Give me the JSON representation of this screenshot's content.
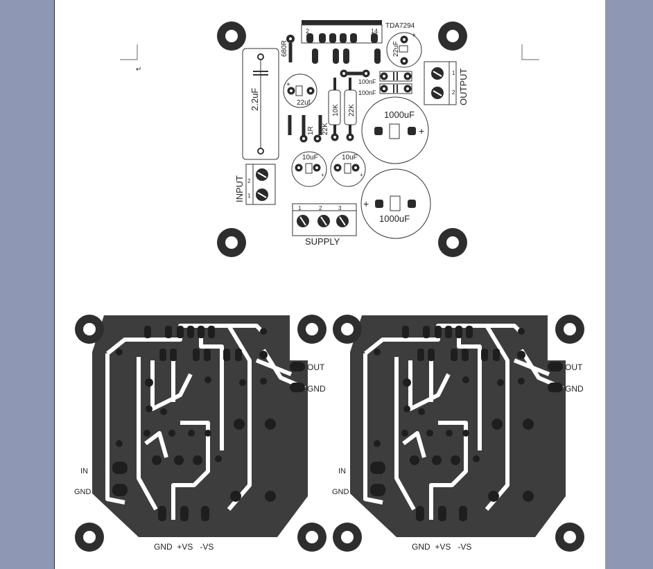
{
  "silkscreen": {
    "ic": "TDA7294",
    "pin_first": "2",
    "pin_last": "14",
    "r_680": "680R",
    "c_22uf_top": "22uF",
    "c_2_2uf": "2.2uF",
    "c_22uf_mid": "22uf",
    "c_100nf_1": "100nF",
    "c_100nf_2": "100nF",
    "r_10k": "10K",
    "r_22k_a": "22K",
    "r_1r": "1R",
    "r_22k_b": "22K",
    "c_1000uf_1": "1000uF",
    "c_1000uf_2": "1000uF",
    "c_10uf_1": "10uF",
    "c_10uf_2": "10uF",
    "input": "INPUT",
    "output": "OUTPUT",
    "supply": "SUPPLY",
    "pin1": "1",
    "pin2": "2",
    "pin3": "3",
    "plus": "+",
    "return_mark": "↵"
  },
  "copper_left": {
    "out": "OUT",
    "gnd_r": "GND",
    "in": "IN",
    "gnd_l": "GND",
    "bottom": "GND  +VS   -VS"
  },
  "copper_right": {
    "out": "OUT",
    "gnd_r": "GND",
    "in": "IN",
    "gnd_l": "GND",
    "bottom": "GND  +VS   -VS"
  }
}
